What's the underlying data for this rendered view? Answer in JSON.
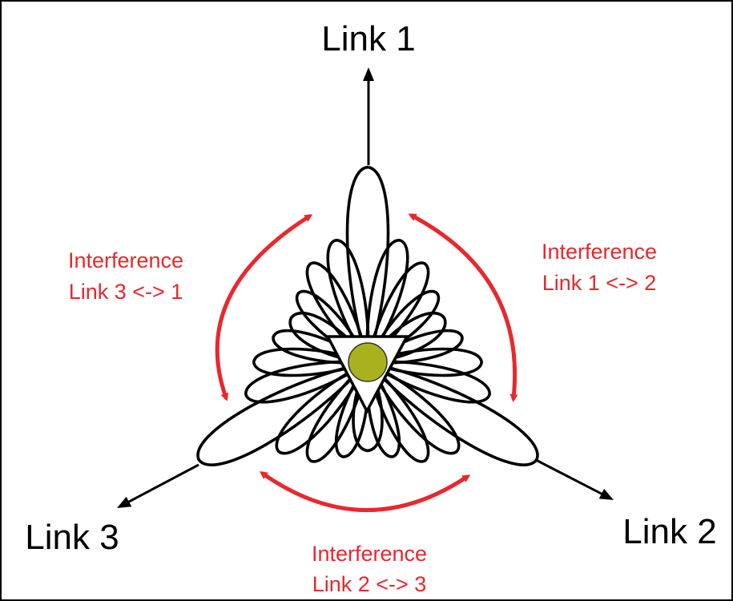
{
  "links": [
    {
      "label": "Link 1"
    },
    {
      "label": "Link 2"
    },
    {
      "label": "Link 3"
    }
  ],
  "interference": [
    {
      "line1": "Interference",
      "line2": "Link 1 <-> 2"
    },
    {
      "line1": "Interference",
      "line2": "Link 2 <-> 3"
    },
    {
      "line1": "Interference",
      "line2": "Link 3 <-> 1"
    }
  ],
  "colors": {
    "interference": "#e8282e",
    "node": "#a9b21c",
    "outline": "#000000"
  },
  "icons": {
    "center": "antenna-node-icon",
    "triangle": "antenna-array-triangle-icon"
  }
}
